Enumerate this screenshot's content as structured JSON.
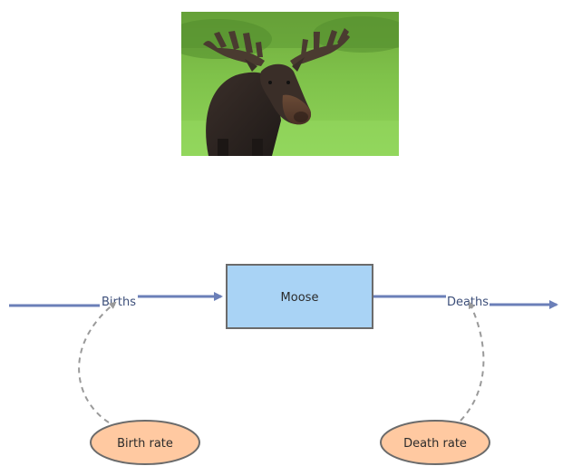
{
  "diagram": {
    "stock": {
      "label": "Moose"
    },
    "flows": {
      "inflow": {
        "label": "Births"
      },
      "outflow": {
        "label": "Deaths"
      }
    },
    "converters": {
      "birth_rate": {
        "label": "Birth rate"
      },
      "death_rate": {
        "label": "Death rate"
      }
    },
    "photo": {
      "subject": "moose-photo"
    },
    "colors": {
      "flow": "#6b7fb8",
      "stock_fill": "#a9d3f5",
      "stock_stroke": "#6b6b6b",
      "converter_fill": "#ffc9a1",
      "converter_stroke": "#6b6b6b",
      "link": "#9a9a9a",
      "label_text": "#3d4f7a"
    }
  }
}
